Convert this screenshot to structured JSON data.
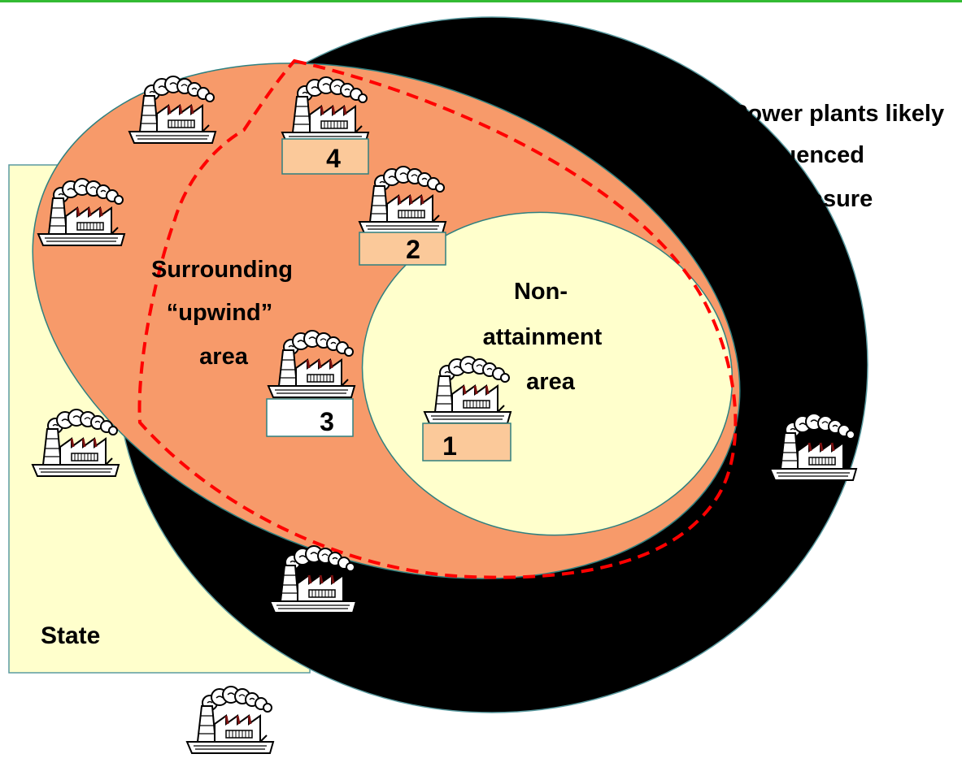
{
  "colors": {
    "top_rule": "#33bb33",
    "state_fill": "#ffffcc",
    "state_stroke": "#5a9aa0",
    "influence_fill": "#000000",
    "upwind_fill": "#f79a6a",
    "nonattainment_fill": "#ffffcc",
    "dashed_boundary": "#ff0000",
    "label_box_fill": "#fbc99a",
    "label_box_white": "#ffffff"
  },
  "labels": {
    "power_plants_lines": [
      "Power plants likely",
      "influenced",
      "by measure"
    ],
    "surrounding_lines": [
      "Surrounding",
      "“upwind”",
      "area"
    ],
    "nonattainment_lines": [
      "Non-",
      "attainment",
      "area"
    ],
    "state": "State"
  },
  "plants": [
    {
      "icon": "factory-icon",
      "number": "1",
      "box": "peach"
    },
    {
      "icon": "factory-icon",
      "number": "2",
      "box": "peach"
    },
    {
      "icon": "factory-icon",
      "number": "3",
      "box": "white"
    },
    {
      "icon": "factory-icon",
      "number": "4",
      "box": "peach"
    },
    {
      "icon": "factory-icon"
    },
    {
      "icon": "factory-icon"
    },
    {
      "icon": "factory-icon"
    },
    {
      "icon": "factory-icon"
    },
    {
      "icon": "factory-icon"
    },
    {
      "icon": "factory-icon"
    }
  ]
}
